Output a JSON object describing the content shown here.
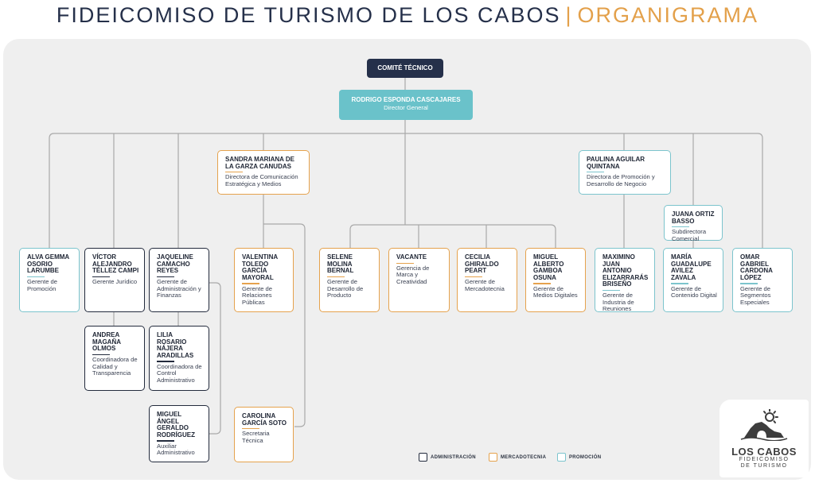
{
  "header": {
    "title_main": "FIDEICOMISO DE TURISMO DE LOS CABOS",
    "separator": "|",
    "title_accent": "ORGANIGRAMA"
  },
  "colors": {
    "administracion": "#232b3d",
    "mercadotecnia": "#e5a24d",
    "promocion": "#7cc4cd",
    "director_fill": "#6ac2ca",
    "comite_fill": "#25304a"
  },
  "top": {
    "comite": "COMITÉ TÉCNICO",
    "director_name": "RODRIGO ESPONDA CASCAJARES",
    "director_role": "Director General"
  },
  "nodes": {
    "sandra": {
      "name": "SANDRA MARIANA DE LA GARZA CANUDAS",
      "role": "Directora de Comunicación Estratégica y Medios"
    },
    "paulina": {
      "name": "PAULINA AGUILAR QUINTANA",
      "role": "Directora de Promoción y Desarrollo de Negocio"
    },
    "juana": {
      "name": "JUANA ORTIZ BASSO",
      "role": "Subdirectora Comercial"
    },
    "alva": {
      "name": "ALVA GEMMA OSORIO LARUMBE",
      "role": "Gerente de Promoción"
    },
    "victor": {
      "name": "VÍCTOR ALEJANDRO TÉLLEZ CAMPI",
      "role": "Gerente Jurídico"
    },
    "jaqueline": {
      "name": "JAQUELINE CAMACHO REYES",
      "role": "Gerente de Administración y Finanzas"
    },
    "valentina": {
      "name": "VALENTINA TOLEDO GARCÍA MAYORAL",
      "role": "Gerente de Relaciones Públicas"
    },
    "selene": {
      "name": "SELENE MOLINA BERNAL",
      "role": "Gerente de Desarrollo de Producto"
    },
    "vacante": {
      "name": "VACANTE",
      "role": "Gerencia de Marca y Creatividad"
    },
    "cecilia": {
      "name": "CECILIA GHIRALDO PEART",
      "role": "Gerente de Mercadotecnia"
    },
    "miguel_gamboa": {
      "name": "MIGUEL ALBERTO GAMBOA OSUNA",
      "role": "Gerente de Medios Digitales"
    },
    "maximino": {
      "name": "MAXIMINO JUAN ANTONIO ELIZARRARÁS BRISEÑO",
      "role": "Gerente de Industria de Reuniones"
    },
    "maria": {
      "name": "MARÍA GUADALUPE AVILEZ ZAVALA",
      "role": "Gerente de Contenido Digital"
    },
    "omar": {
      "name": "OMAR GABRIEL CARDONA LÓPEZ",
      "role": "Gerente de Segmentos Especiales"
    },
    "andrea": {
      "name": "ANDREA MAGAÑA OLMOS",
      "role": "Coordinadora de Calidad y Transparencia"
    },
    "lilia": {
      "name": "LILIA ROSARIO NÁJERA ARADILLAS",
      "role": "Coordinadora de Control Administrativo"
    },
    "miguel_angel": {
      "name": "MIGUEL ÁNGEL GERALDO RODRÍGUEZ",
      "role": "Auxiliar Administrativo"
    },
    "carolina": {
      "name": "CAROLINA GARCÍA SOTO",
      "role": "Secretaria Técnica"
    }
  },
  "legend": {
    "administracion": "ADMINISTRACIÓN",
    "mercadotecnia": "MERCADOTECNIA",
    "promocion": "PROMOCIÓN"
  },
  "logo": {
    "line1": "LOS CABOS",
    "line2": "FIDEICOMISO",
    "line3": "DE TURISMO",
    "icon": "los-cabos-arch-sun-icon"
  }
}
